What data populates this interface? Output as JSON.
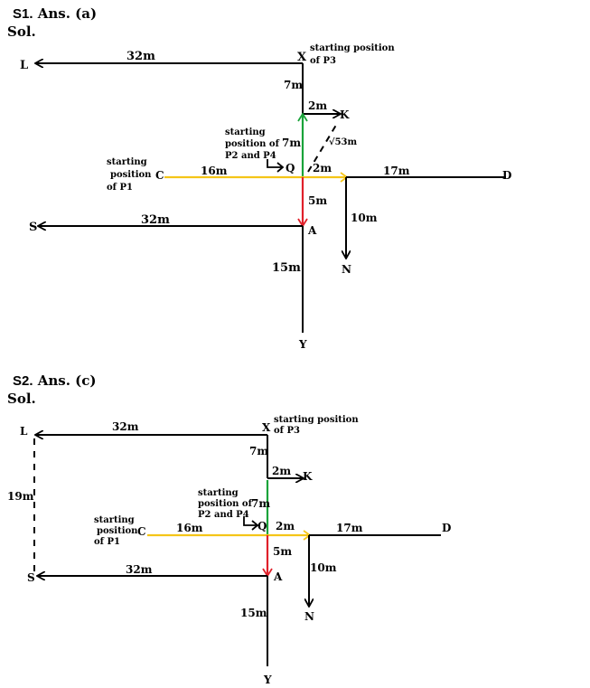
{
  "s1": {
    "qno": "S1.",
    "ans": "Ans. (a)",
    "sol": "Sol.",
    "labels": {
      "L": "L",
      "X": "X",
      "K": "K",
      "Q": "Q",
      "C": "C",
      "D": "D",
      "S": "S",
      "A": "A",
      "N": "N",
      "Y": "Y",
      "d32top": "32m",
      "d7": "7m",
      "d2k": "2m",
      "d7q": "7m",
      "root53": "√53m",
      "d2q": "2m",
      "d16": "16m",
      "d17": "17m",
      "d5": "5m",
      "d10": "10m",
      "d32s": "32m",
      "d15": "15m"
    },
    "notes": {
      "p3_1": "starting position",
      "p3_2": "of P3",
      "p24_1": "starting",
      "p24_2": "position of",
      "p24_3": "P2 and P4",
      "p1_1": "starting",
      "p1_2": "position",
      "p1_3": "of P1"
    }
  },
  "s2": {
    "qno": "S2.",
    "ans": "Ans. (c)",
    "sol": "Sol.",
    "labels": {
      "L": "L",
      "X": "X",
      "K": "K",
      "Q": "Q",
      "C": "C",
      "D": "D",
      "S": "S",
      "A": "A",
      "N": "N",
      "Y": "Y",
      "d32top": "32m",
      "d7": "7m",
      "d2k": "2m",
      "d7q": "7m",
      "d2q": "2m",
      "d16": "16m",
      "d17": "17m",
      "d5": "5m",
      "d10": "10m",
      "d32s": "32m",
      "d15": "15m",
      "d19": "19m"
    },
    "notes": {
      "p3_1": "starting position",
      "p3_2": "of P3",
      "p24_1": "starting",
      "p24_2": "position of",
      "p24_3": "P2 and P4",
      "p1_1": "starting",
      "p1_2": "position",
      "p1_3": "of P1"
    }
  },
  "colors": {
    "green": "#1aa33a",
    "red": "#e0202a",
    "yellow": "#f5c518",
    "line": "#000000"
  }
}
